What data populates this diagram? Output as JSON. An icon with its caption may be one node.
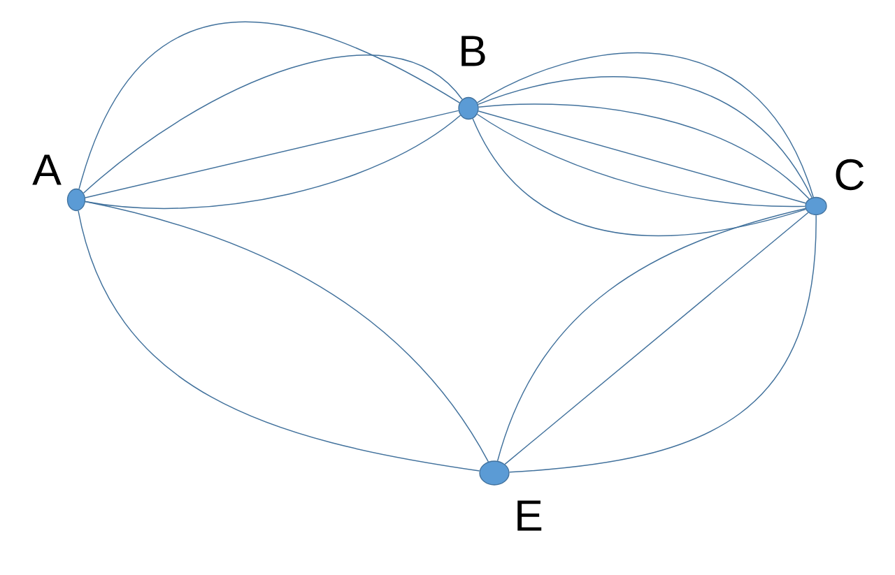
{
  "diagram": {
    "nodes": [
      {
        "text": [],
        "shape": "circle",
        "beside": [
          "A"
        ]
      },
      {
        "text": [],
        "shape": "circle",
        "beside": [
          "B"
        ]
      },
      {
        "text": [],
        "shape": "circle",
        "beside": [
          "C"
        ]
      },
      {
        "text": [],
        "shape": "circle",
        "beside": [
          "E"
        ]
      }
    ],
    "edges": [
      {
        "from": 0,
        "to": 1,
        "arrow": "none"
      },
      {
        "from": 0,
        "to": 1,
        "arrow": "none"
      },
      {
        "from": 0,
        "to": 1,
        "arrow": "none"
      },
      {
        "from": 0,
        "to": 1,
        "arrow": "none"
      },
      {
        "from": 0,
        "to": 3,
        "arrow": "none"
      },
      {
        "from": 0,
        "to": 3,
        "arrow": "none"
      },
      {
        "from": 1,
        "to": 2,
        "arrow": "none"
      },
      {
        "from": 1,
        "to": 2,
        "arrow": "none"
      },
      {
        "from": 1,
        "to": 2,
        "arrow": "none"
      },
      {
        "from": 1,
        "to": 2,
        "arrow": "none"
      },
      {
        "from": 1,
        "to": 2,
        "arrow": "none"
      },
      {
        "from": 1,
        "to": 2,
        "arrow": "none"
      },
      {
        "from": 2,
        "to": 3,
        "arrow": "none"
      },
      {
        "from": 2,
        "to": 3,
        "arrow": "none"
      },
      {
        "from": 2,
        "to": 3,
        "arrow": "none"
      }
    ]
  }
}
